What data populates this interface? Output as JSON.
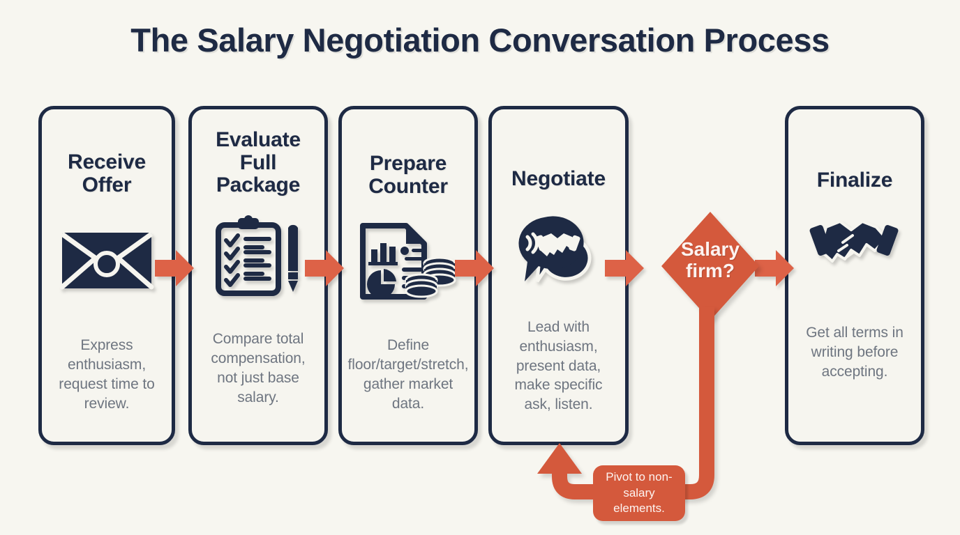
{
  "title": "The Salary Negotiation Conversation Process",
  "colors": {
    "background": "#f7f6f0",
    "card_fill": "#f6f5ef",
    "card_border": "#1e2a44",
    "accent_orange": "#d4593c",
    "arrow_orange": "#dd6247",
    "title_text": "#1e2a44",
    "desc_text": "#6e7580",
    "label_text": "#fdf3f0"
  },
  "steps": [
    {
      "title": "Receive Offer",
      "icon": "envelope-icon",
      "description": "Express enthusiasm, request time to review."
    },
    {
      "title": "Evaluate Full Package",
      "icon": "clipboard-checklist-pen-icon",
      "description": "Compare total compensation, not just base salary."
    },
    {
      "title": "Prepare Counter",
      "icon": "report-document-coins-icon",
      "description": "Define floor/target/stretch, gather market data."
    },
    {
      "title": "Negotiate",
      "icon": "speech-bubbles-handshake-icon",
      "description": "Lead with enthusiasm, present data, make specific ask, listen."
    },
    {
      "title": "Finalize",
      "icon": "handshake-icon",
      "description": "Get all terms in writing before accepting."
    }
  ],
  "decision": {
    "label": "Salary firm?",
    "shape": "diamond"
  },
  "feedback_loop": {
    "label": "Pivot to non-salary elements.",
    "target_step": "Negotiate"
  },
  "flow_arrows": [
    {
      "from": "Receive Offer",
      "to": "Evaluate Full Package"
    },
    {
      "from": "Evaluate Full Package",
      "to": "Prepare Counter"
    },
    {
      "from": "Prepare Counter",
      "to": "Negotiate"
    },
    {
      "from": "Negotiate",
      "to": "Salary firm?"
    },
    {
      "from": "Salary firm?",
      "to": "Finalize"
    }
  ]
}
